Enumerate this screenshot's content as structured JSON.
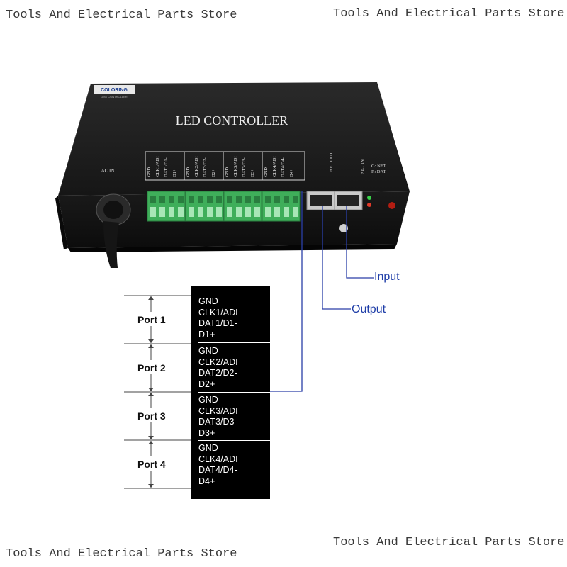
{
  "watermarks": {
    "top_left": "Tools And Electrical Parts Store",
    "top_right": "Tools And Electrical Parts Store",
    "bottom_left": "Tools And Electrical Parts Store",
    "bottom_right": "Tools And Electrical Parts Store"
  },
  "device": {
    "title": "LED CONTROLLER",
    "badge_brand": "COLORING",
    "badge_sub": "DMX CONTROLLER",
    "ac_in": "AC IN",
    "net_out": "NET OUT",
    "net_in": "NET IN",
    "led_legend_1": "G: NET",
    "led_legend_2": "R: DAT",
    "terminal_labels": [
      [
        "GND",
        "CLK1/ADI",
        "DAT1/D1-",
        "D1+"
      ],
      [
        "GND",
        "CLK2/ADI",
        "DAT2/D2-",
        "D2+"
      ],
      [
        "GND",
        "CLK3/ADI",
        "DAT3/D3-",
        "D3+"
      ],
      [
        "GND",
        "CLK4/ADI",
        "DAT4/D4-",
        "D4+"
      ]
    ]
  },
  "callouts": {
    "input": "Input",
    "output": "Output"
  },
  "ports": [
    {
      "label": "Port 1",
      "lines": [
        "GND",
        "CLK1/ADI",
        "DAT1/D1-",
        "D1+"
      ]
    },
    {
      "label": "Port 2",
      "lines": [
        "GND",
        "CLK2/ADI",
        "DAT2/D2-",
        "D2+"
      ]
    },
    {
      "label": "Port 3",
      "lines": [
        "GND",
        "CLK3/ADI",
        "DAT3/D3-",
        "D3+"
      ]
    },
    {
      "label": "Port 4",
      "lines": [
        "GND",
        "CLK4/ADI",
        "DAT4/D4-",
        "D4+"
      ]
    }
  ],
  "colors": {
    "callout_line": "#2a3fa8",
    "device_body": "#1b1b1b",
    "terminal_green": "#3fae5a"
  }
}
